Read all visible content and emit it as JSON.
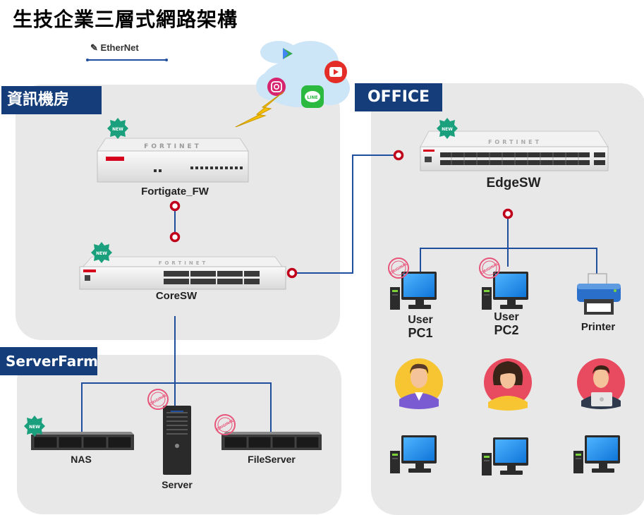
{
  "title": "生技企業三層式網路架構",
  "legend": {
    "label": "EtherNet",
    "line_color": "#1f4e9c"
  },
  "zones": {
    "datacenter": "資訊機房",
    "office": "OFFICE",
    "serverfarm": "ServerFarm"
  },
  "badges": {
    "new": "NEW",
    "original": "ORIGINAL"
  },
  "brand": "FORTINET",
  "devices": {
    "firewall": "Fortigate_FW",
    "core_switch": "CoreSW",
    "edge_switch": "EdgeSW",
    "pc1": [
      "User",
      "PC1"
    ],
    "pc2": [
      "User",
      "PC2"
    ],
    "printer": "Printer",
    "nas": "NAS",
    "server": "Server",
    "fileserver": "FileServer"
  },
  "cloud_apps": [
    "google-play-icon",
    "youtube-icon",
    "instagram-icon",
    "line-icon"
  ],
  "colors": {
    "zone_label_bg": "#143d7a",
    "zone_bg": "#e8e8e8",
    "link": "#1f4e9c",
    "node": "#c0001a"
  }
}
